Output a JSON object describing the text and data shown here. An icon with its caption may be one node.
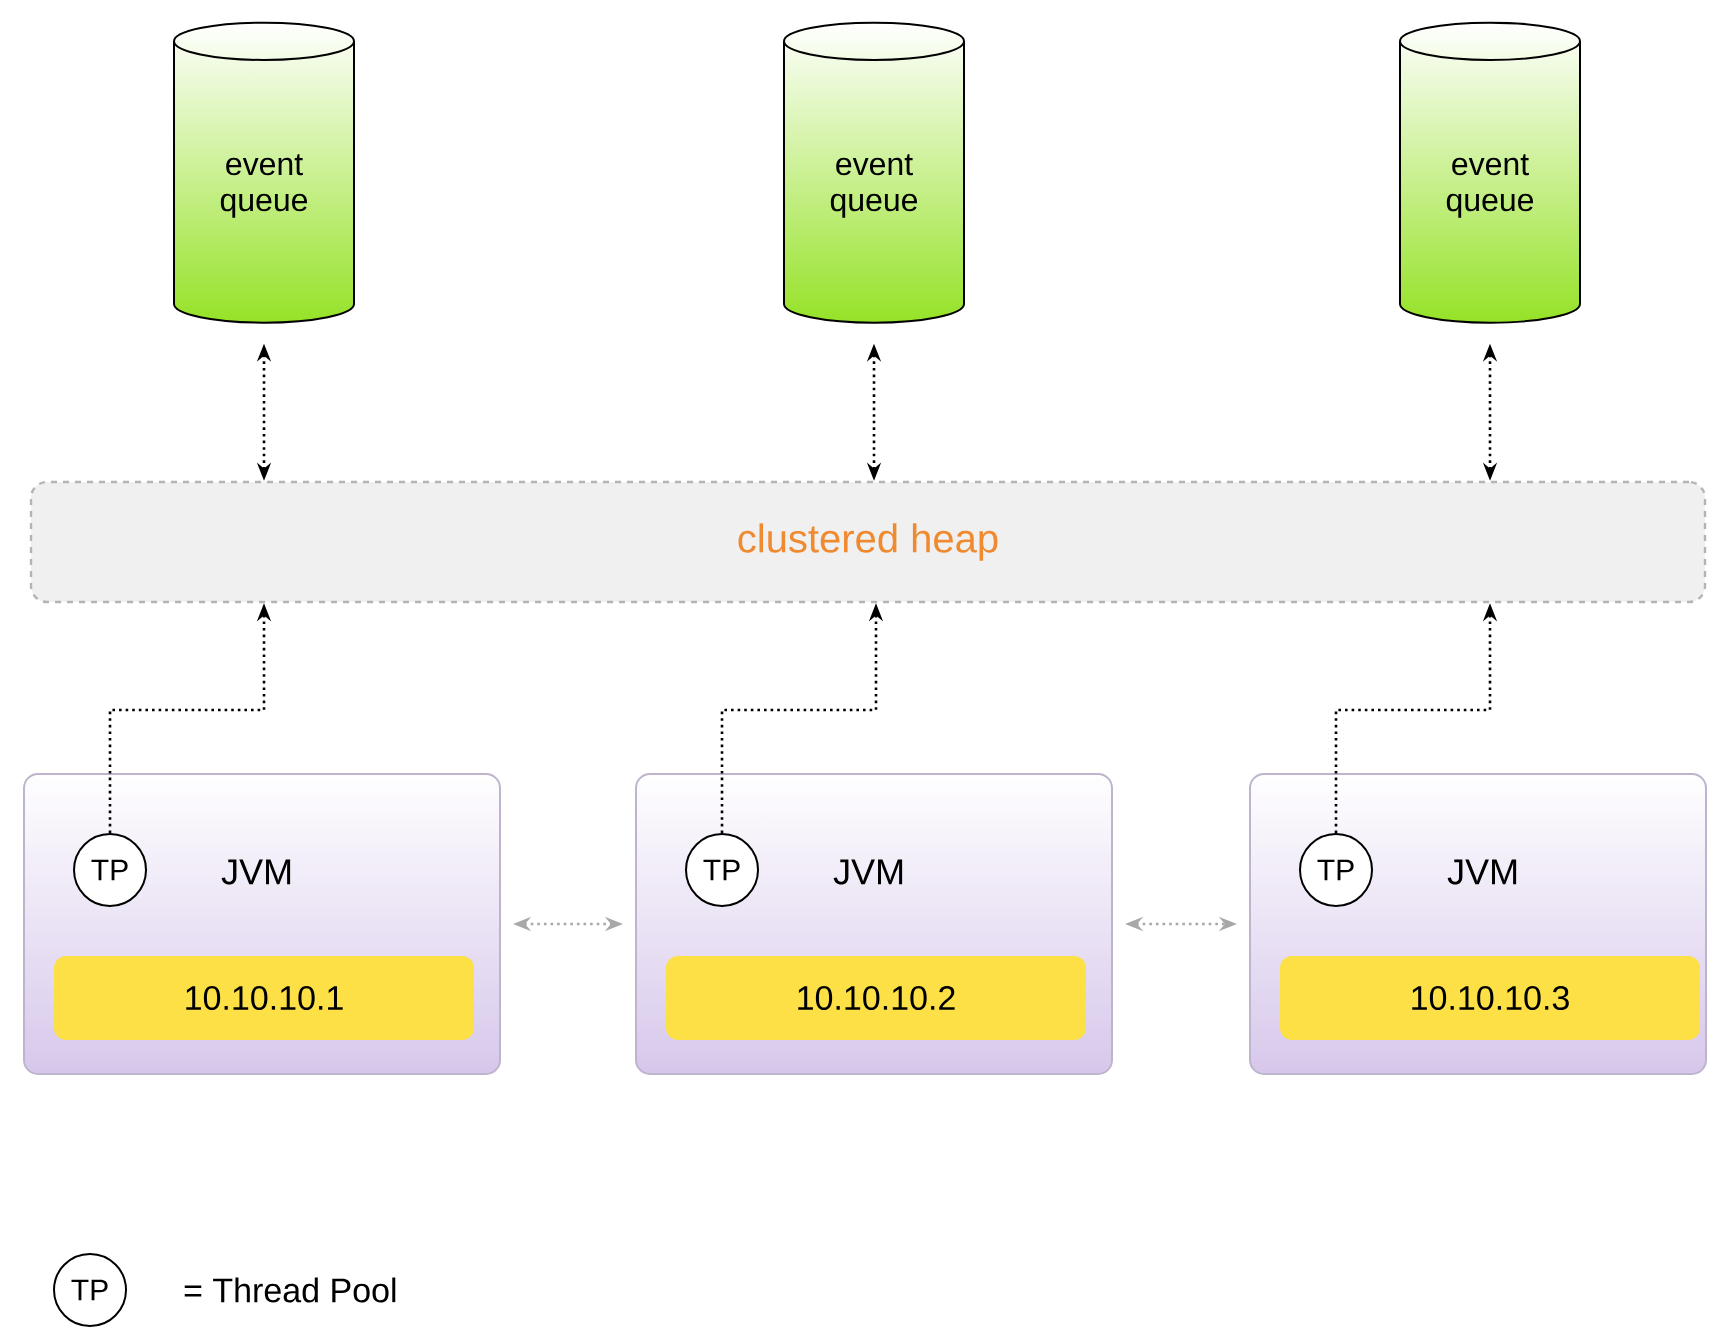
{
  "diagram": {
    "nodes": [
      {
        "text": [
          "event queue"
        ]
      },
      {
        "text": [
          "event queue"
        ]
      },
      {
        "text": [
          "event queue"
        ]
      },
      {
        "text": [
          "clustered heap"
        ]
      },
      {
        "text": [
          "JVM"
        ]
      },
      {
        "text": [
          "TP"
        ],
        "in": 4
      },
      {
        "text": [
          "10.10.10.1"
        ],
        "in": 4
      },
      {
        "text": [
          "JVM"
        ]
      },
      {
        "text": [
          "TP"
        ],
        "in": 7
      },
      {
        "text": [
          "10.10.10.2"
        ],
        "in": 7
      },
      {
        "text": [
          "JVM"
        ]
      },
      {
        "text": [
          "TP"
        ],
        "in": 10
      },
      {
        "text": [
          "10.10.10.3"
        ],
        "in": 10
      },
      {
        "text": [
          "TP"
        ],
        "beside": [
          "= Thread Pool"
        ]
      }
    ],
    "edges": [
      {
        "from": 0,
        "to": 3,
        "arrow": "both"
      },
      {
        "from": 1,
        "to": 3,
        "arrow": "both"
      },
      {
        "from": 2,
        "to": 3,
        "arrow": "both"
      },
      {
        "from": 5,
        "to": 3,
        "arrow": "to"
      },
      {
        "from": 8,
        "to": 3,
        "arrow": "to"
      },
      {
        "from": 11,
        "to": 3,
        "arrow": "to"
      },
      {
        "from": 4,
        "to": 7,
        "arrow": "both",
        "color": "#a8a8a8"
      },
      {
        "from": 7,
        "to": 10,
        "arrow": "both",
        "color": "#a8a8a8"
      }
    ]
  }
}
